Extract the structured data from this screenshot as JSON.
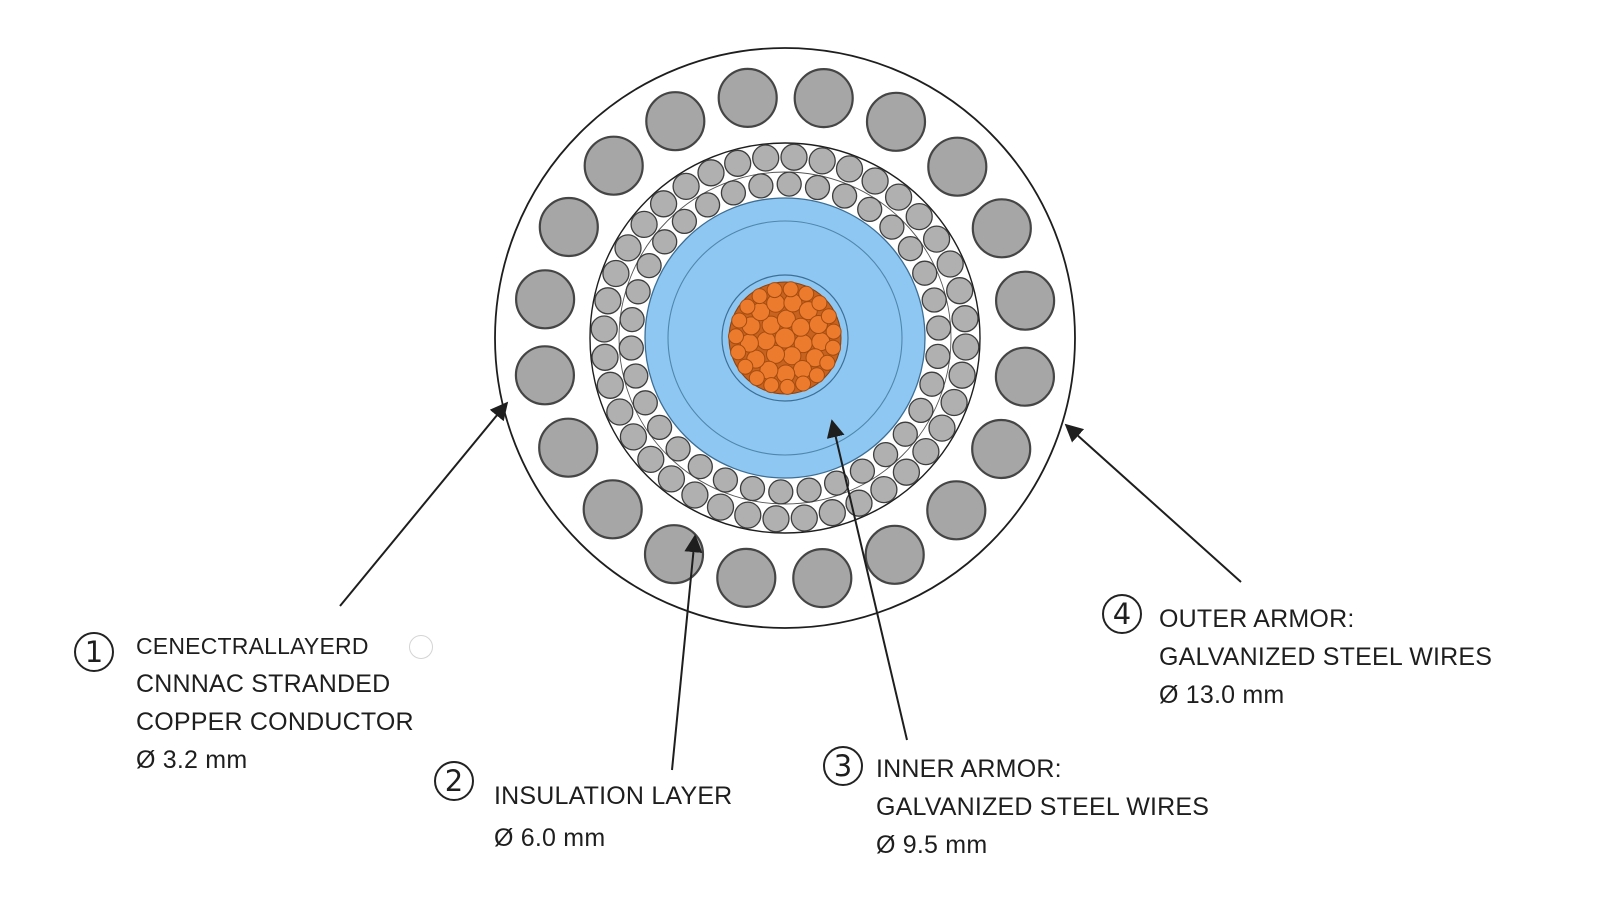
{
  "colors": {
    "copper": "#ec7b2d",
    "copper_edge": "#a34c10",
    "insulation": "#8ec7f1",
    "insulation_edge": "#3c6f96",
    "steel": "#a6a6a6",
    "steel_edge": "#454545",
    "line": "#1e1e1e"
  },
  "callouts": [
    {
      "id": "1",
      "number": "1",
      "lines": [
        "CENECTRALLAYERD",
        "CNNNAC STRANDED",
        "COPPER CONDUCTOR"
      ],
      "dimension": "Ø 3.2 mm"
    },
    {
      "id": "2",
      "number": "2",
      "lines": [
        "INSULATION LAYER"
      ],
      "dimension": "Ø 6.0 mm"
    },
    {
      "id": "3",
      "number": "3",
      "lines": [
        "INNER ARMOR:",
        "GALVANIZED STEEL WIRES"
      ],
      "dimension": "Ø 9.5 mm"
    },
    {
      "id": "4",
      "number": "4",
      "lines": [
        "OUTER ARMOR:",
        "GALVANIZED STEEL WIRES"
      ],
      "dimension": "Ø 13.0 mm"
    }
  ]
}
